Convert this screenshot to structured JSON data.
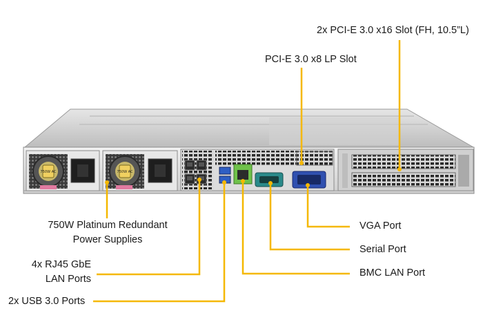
{
  "labels": {
    "pcie_x16": "2x PCI-E 3.0 x16 Slot (FH, 10.5”L)",
    "pcie_x8": "PCI-E 3.0 x8 LP Slot",
    "psu_line1": "750W Platinum Redundant",
    "psu_line2": "Power Supplies",
    "rj45_line1": "4x RJ45 GbE",
    "rj45_line2": "LAN Ports",
    "usb": "2x USB 3.0 Ports",
    "vga": "VGA Port",
    "serial": "Serial Port",
    "bmc": "BMC LAN Port",
    "psu_badge": "750W AC"
  },
  "colors": {
    "leader": "#f5b800",
    "chassis": "#c9c9c9",
    "vga_port": "#3050b0",
    "serial_port": "#2a8a8a",
    "usb_port": "#2f5fc4",
    "bmc_port": "#6fc24a",
    "psu_badge": "#f0d060"
  }
}
